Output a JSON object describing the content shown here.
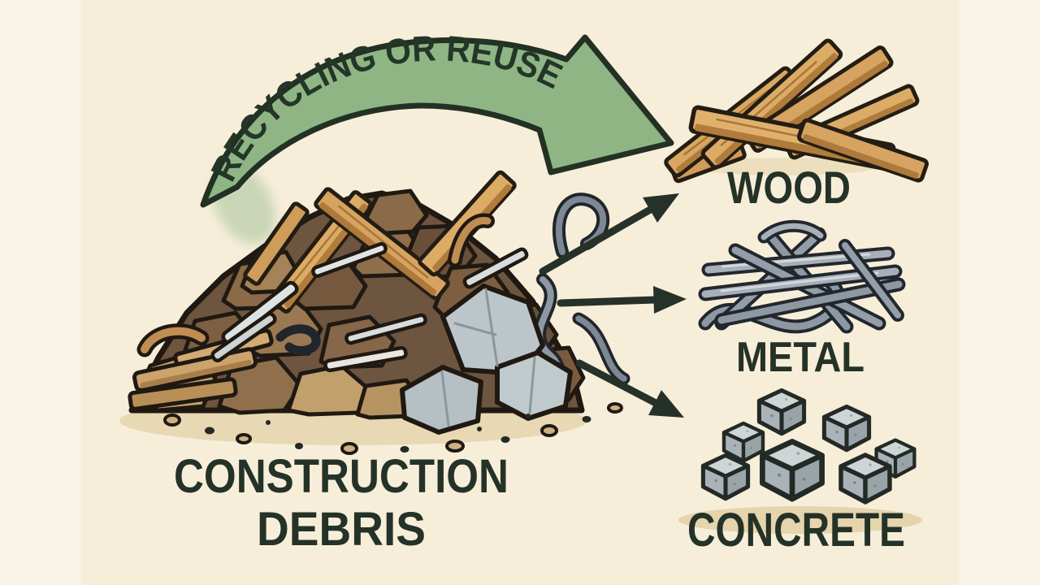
{
  "title": "Construction debris recycling diagram",
  "background": {
    "base": "#f7eeda",
    "edge_strip": "#f9f3e6"
  },
  "banner": {
    "label": "RECYCLING OR REUSE",
    "fill": "#8fb585",
    "outline": "#223123",
    "text_color": "#243628"
  },
  "source": {
    "label_line1": "CONSTRUCTION",
    "label_line2": "DEBRIS"
  },
  "outputs": [
    {
      "id": "wood",
      "label": "WOOD"
    },
    {
      "id": "metal",
      "label": "METAL"
    },
    {
      "id": "concrete",
      "label": "CONCRETE"
    }
  ],
  "arrow_color": "#26312a",
  "label_color": "#243227"
}
